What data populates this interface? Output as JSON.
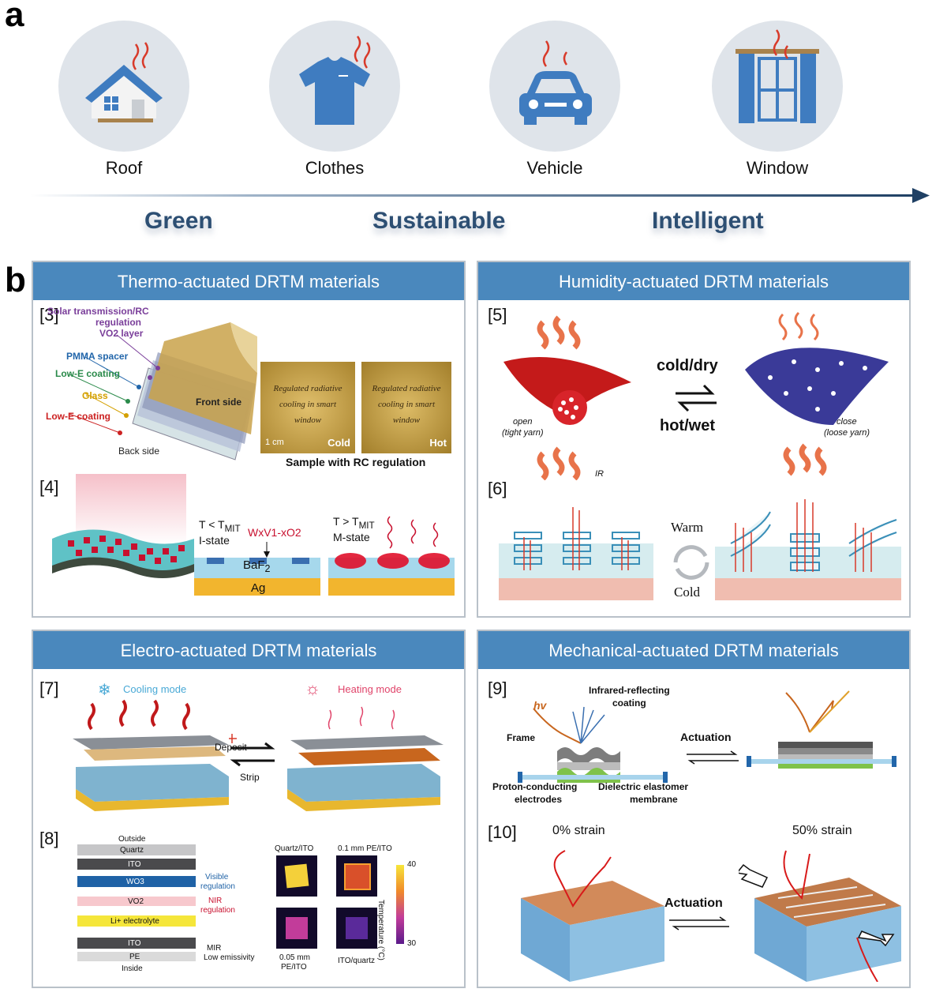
{
  "panel_a": {
    "letter": "a",
    "applications": [
      "Roof",
      "Clothes",
      "Vehicle",
      "Window"
    ],
    "themes": [
      "Green",
      "Sustainable",
      "Intelligent"
    ]
  },
  "panel_b": {
    "letter": "b",
    "thermo": {
      "title": "Thermo-actuated DRTM materials",
      "ref3": "[3]",
      "ref4": "[4]",
      "layers": [
        "Solar transmission/RC",
        "regulation",
        "VO2 layer",
        "PMMA spacer",
        "Low-E coating",
        "Glass",
        "Low-E coating"
      ],
      "front_side": "Front side",
      "back_side": "Back side",
      "sample_text": "Regulated radiative cooling in smart window",
      "scale": "1 cm",
      "cold": "Cold",
      "hot": "Hot",
      "sample_caption": "Sample with RC regulation",
      "t_low": "T < T",
      "t_high": "T > T",
      "t_sub": "MIT",
      "i_state": "I-state",
      "m_state": "M-state",
      "formula": "WxV1-xO2",
      "baf2": "BaF",
      "baf2_sub": "2",
      "ag": "Ag"
    },
    "humidity": {
      "title": "Humidity-actuated DRTM materials",
      "ref5": "[5]",
      "ref6": "[6]",
      "cold_dry": "cold/dry",
      "hot_wet": "hot/wet",
      "open": "open",
      "tight": "(tight yarn)",
      "close": "close",
      "loose": "(loose yarn)",
      "ir": "IR",
      "warm": "Warm",
      "cold": "Cold"
    },
    "electro": {
      "title": "Electro-actuated DRTM materials",
      "ref7": "[7]",
      "ref8": "[8]",
      "cooling_mode": "Cooling mode",
      "heating_mode": "Heating mode",
      "deposit": "Deposit",
      "strip": "Strip",
      "stack": [
        "Outside",
        "Quartz",
        "ITO",
        "WO3",
        "VO2",
        "Li+ electrolyte",
        "ITO",
        "PE",
        "Inside"
      ],
      "visible_reg": [
        "Visible",
        "regulation"
      ],
      "nir_reg": [
        "NIR",
        "regulation"
      ],
      "mir": [
        "MIR",
        "Low emissivity"
      ],
      "thermal_labels": [
        "Quartz/ITO",
        "0.1 mm PE/ITO",
        "0.05 mm PE/ITO",
        "ITO/quartz"
      ],
      "cbar_max": "40",
      "cbar_min": "30",
      "cbar_label": "Temperature (°C)"
    },
    "mechanical": {
      "title": "Mechanical-actuated DRTM materials",
      "ref9": "[9]",
      "ref10": "[10]",
      "hv": "hv",
      "ir_coating": [
        "Infrared-reflecting",
        "coating"
      ],
      "frame": "Frame",
      "actuation": "Actuation",
      "proton": [
        "Proton-conducting",
        "electrodes"
      ],
      "dielectric": [
        "Dielectric elastomer",
        "membrane"
      ],
      "strain0": "0% strain",
      "strain50": "50% strain"
    }
  },
  "colors": {
    "header_blue": "#4a88bd",
    "theme_text": "#2d4f73",
    "heat_red": "#d83a2a",
    "icon_blue": "#3f7cc0"
  }
}
